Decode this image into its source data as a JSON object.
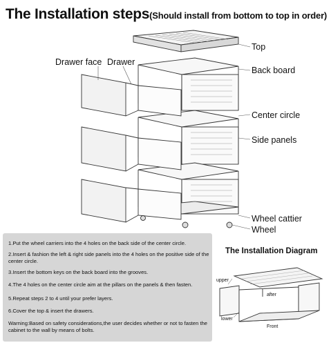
{
  "header": {
    "title": "The Installation steps",
    "subtitle": "(Should install from bottom to top in order)"
  },
  "labels": {
    "top": "Top",
    "back_board": "Back board",
    "drawer_face": "Drawer face",
    "drawer": "Drawer",
    "center_circle": "Center circle",
    "side_panels": "Side panels",
    "wheel_cattier": "Wheel cattier",
    "wheel": "Wheel"
  },
  "steps": [
    "1.Put the wheel carriers into the 4 holes on the back side of the center circle.",
    "2.Insert & fashion the left & right side panels into the 4 holes on the positive side of the center circle.",
    "3.Insert the bottom keys on the back board into the grooves.",
    "4.The 4 holes on the center circle aim at the pillars on the panels & then fasten.",
    "5.Repeat steps 2 to 4 until your prefer layers.",
    "6.Cover the top & insert the drawers."
  ],
  "warning": "Warning:Based on safety considerations,the user decides whether or not to fasten the cabinet to the wall by means of bolts.",
  "installation_diagram": {
    "title": "The Installation Diagram",
    "upper": "upper",
    "after": "after",
    "lower": "lower",
    "front": "Front"
  }
}
